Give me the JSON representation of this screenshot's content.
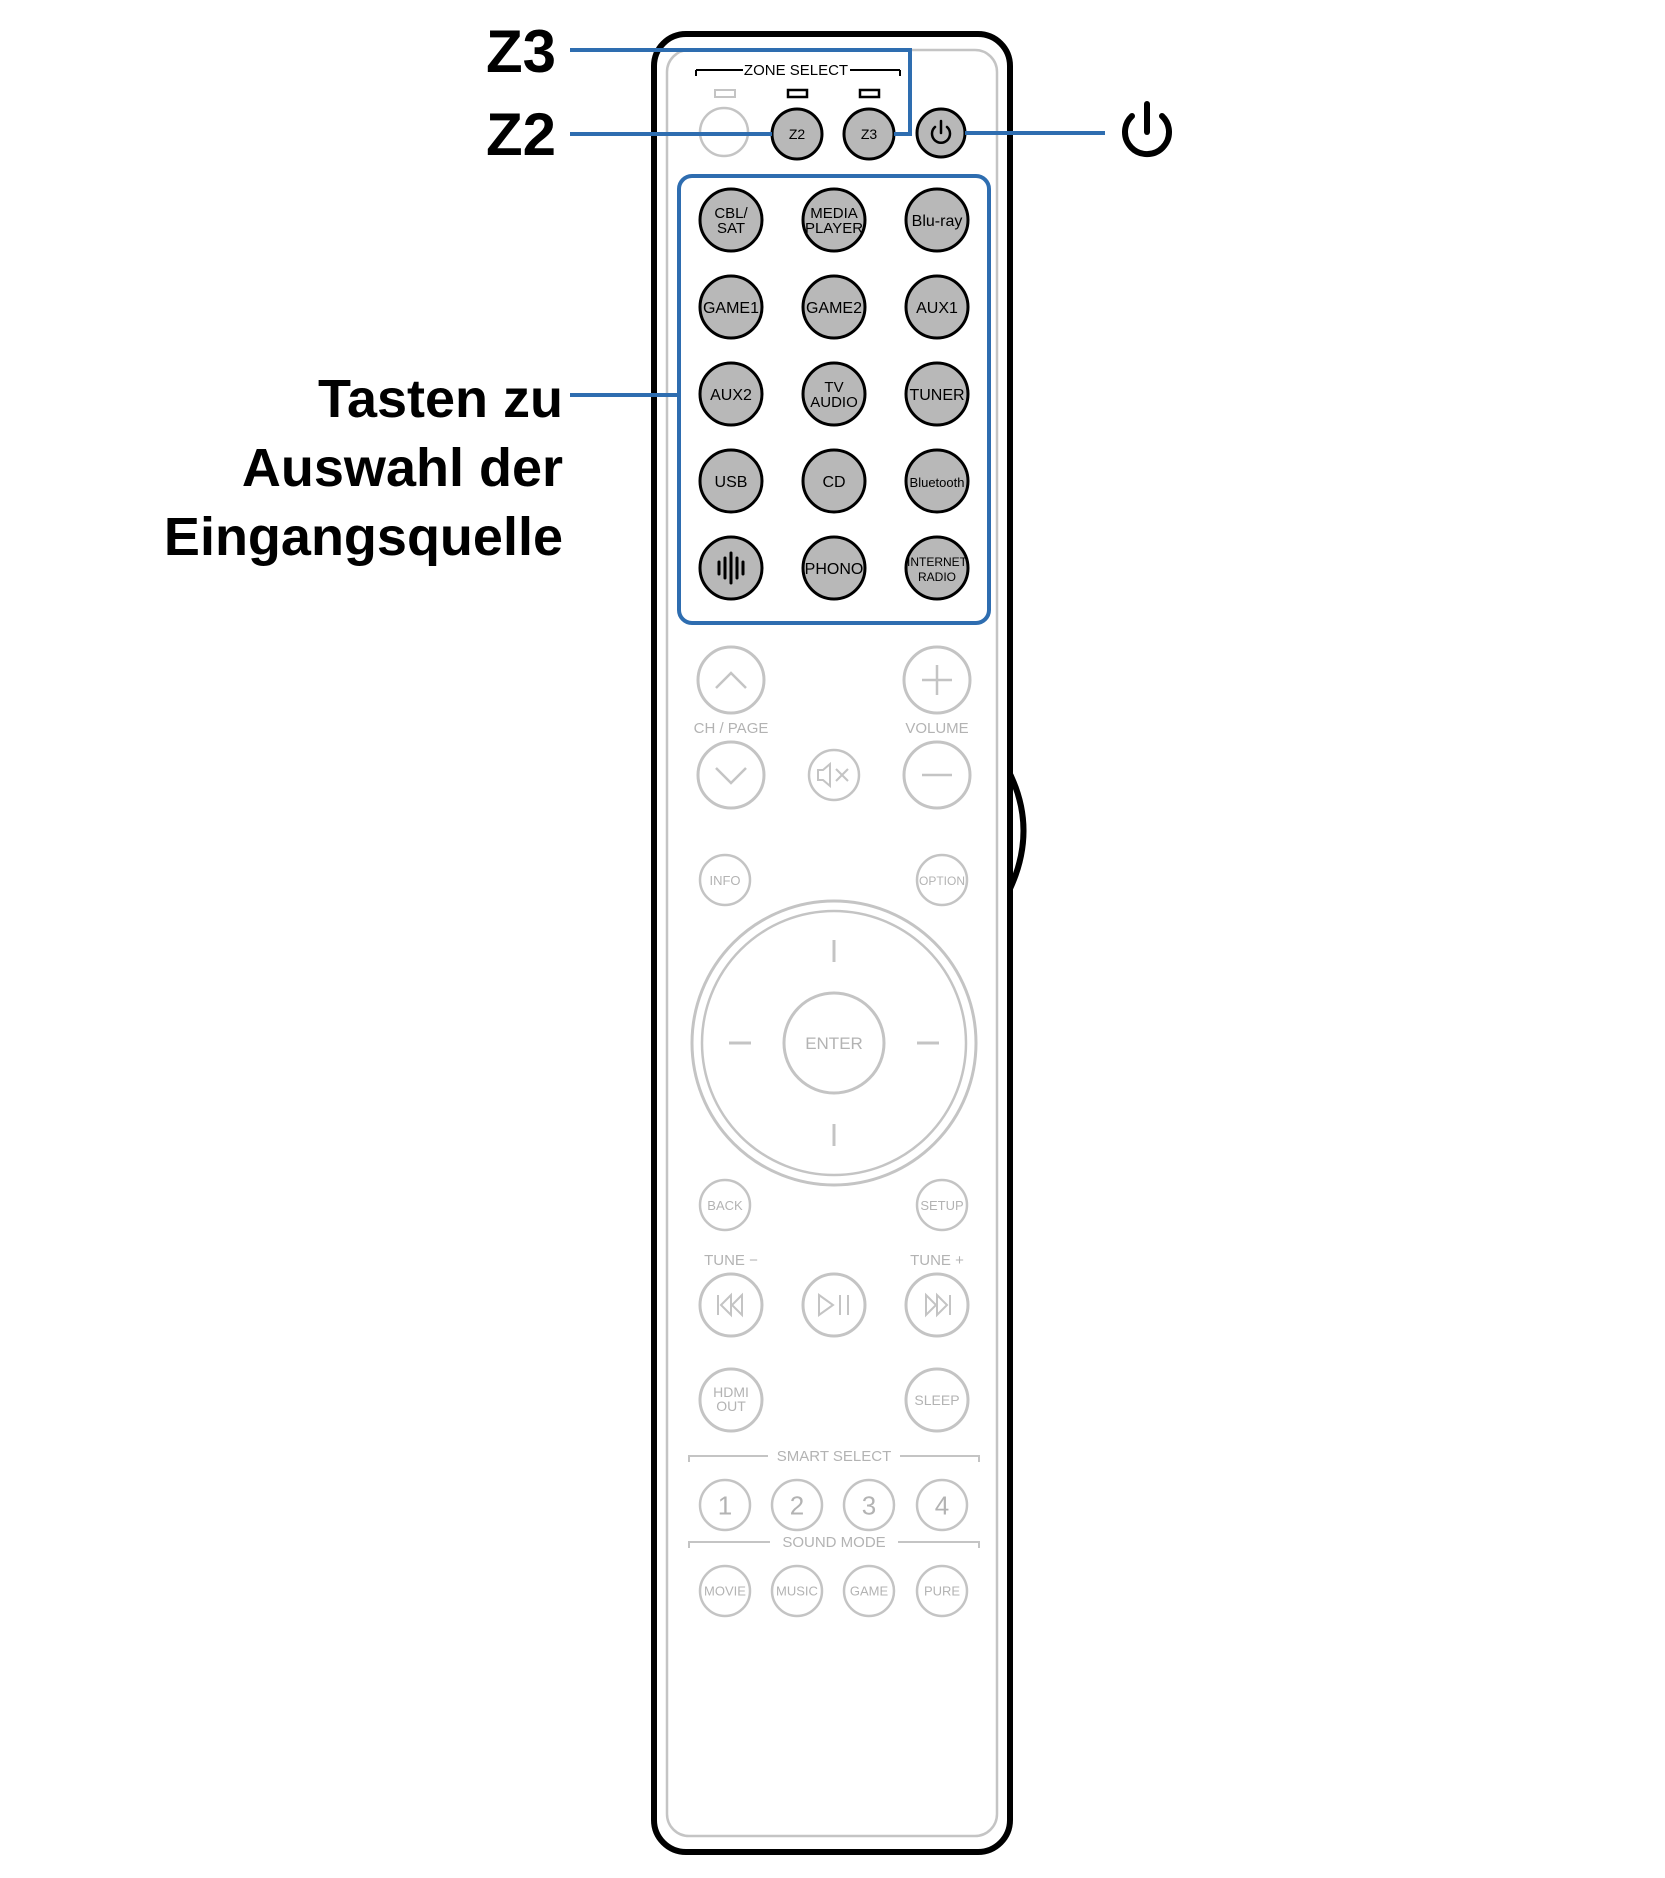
{
  "callouts": {
    "z3": "Z3",
    "z2": "Z2",
    "input_source_lines": [
      "Tasten zu",
      "Auswahl der",
      "Eingangsquelle"
    ]
  },
  "remote": {
    "zone_select": "ZONE SELECT",
    "zone_buttons": [
      "Z2",
      "Z3"
    ],
    "power_icon": "power-icon",
    "source_buttons": [
      [
        [
          "CBL/",
          "SAT"
        ],
        [
          "MEDIA",
          "PLAYER"
        ],
        [
          "Blu-ray"
        ]
      ],
      [
        [
          "GAME1"
        ],
        [
          "GAME2"
        ],
        [
          "AUX1"
        ]
      ],
      [
        [
          "AUX2"
        ],
        [
          "TV",
          "AUDIO"
        ],
        [
          "TUNER"
        ]
      ],
      [
        [
          "USB"
        ],
        [
          "CD"
        ],
        [
          "Bluetooth"
        ]
      ],
      [
        [
          ""
        ],
        [
          "PHONO"
        ],
        [
          "INTERNET",
          "RADIO"
        ]
      ]
    ],
    "source_icon": "heos-icon",
    "ch_page": "CH / PAGE",
    "volume": "VOLUME",
    "mute_icon": "mute-icon",
    "info": "INFO",
    "option": "OPTION",
    "enter": "ENTER",
    "back": "BACK",
    "setup": "SETUP",
    "tune_minus": "TUNE −",
    "tune_plus": "TUNE +",
    "hdmi_out": [
      "HDMI",
      "OUT"
    ],
    "sleep": "SLEEP",
    "smart_select": "SMART SELECT",
    "smart_buttons": [
      "1",
      "2",
      "3",
      "4"
    ],
    "sound_mode": "SOUND MODE",
    "sound_buttons": [
      "MOVIE",
      "MUSIC",
      "GAME",
      "PURE"
    ]
  },
  "colors": {
    "callout_line": "#2e6db0",
    "active_button": "#b8b8b8",
    "inactive_gray": "#c4c4c4",
    "outline": "#000000"
  }
}
